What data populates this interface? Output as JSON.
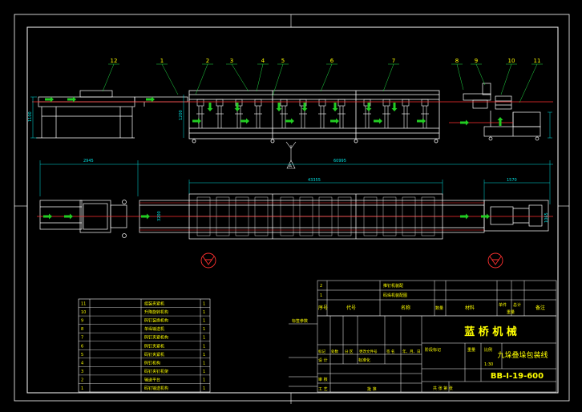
{
  "balloons": [
    "1",
    "2",
    "3",
    "4",
    "5",
    "6",
    "7",
    "8",
    "9",
    "10",
    "11",
    "12"
  ],
  "dimensions": {
    "front_height": "1100",
    "front_column": "1200",
    "plan_left": "2945",
    "plan_total": "60995",
    "plan_inner": "43355",
    "plan_right": "1570",
    "plan_height_left": "3200",
    "plan_height_right": "1065"
  },
  "section_mark": "A",
  "parts_list": {
    "rows": [
      {
        "no": "11",
        "name": "组装夹紧机",
        "qty": "1"
      },
      {
        "no": "10",
        "name": "升降旋转机构",
        "qty": "1"
      },
      {
        "no": "9",
        "name": "码钉装换机构",
        "qty": "1"
      },
      {
        "no": "8",
        "name": "单垛输送机",
        "qty": "1"
      },
      {
        "no": "7",
        "name": "码钉夹紧机构",
        "qty": "1"
      },
      {
        "no": "6",
        "name": "码钉夹紧机",
        "qty": "1"
      },
      {
        "no": "5",
        "name": "码钉夹紧机",
        "qty": "1"
      },
      {
        "no": "4",
        "name": "码钉机构",
        "qty": "1"
      },
      {
        "no": "3",
        "name": "码钉夹钉机架",
        "qty": "1"
      },
      {
        "no": "2",
        "name": "输送平台",
        "qty": "1"
      },
      {
        "no": "1",
        "name": "码钉输送机构",
        "qty": "1"
      }
    ],
    "top_rows": [
      {
        "no": "2",
        "name": "推钉机装配"
      },
      {
        "no": "1",
        "name": "码垛机装配图"
      }
    ],
    "header": {
      "no": "序号",
      "code": "代号",
      "name": "名称",
      "qty": "数量",
      "material": "材料",
      "unit_weight": "单件",
      "total_weight": "总计",
      "weight_label": "重量",
      "remark": "备注"
    }
  },
  "title_block": {
    "company": "蓝 桥 机 械",
    "product": "九垛叠垛包装线",
    "drawing_no": "BB-I-19-600",
    "scale": "1:30",
    "sheet": "共 张 第 张",
    "stage_label": "阶段标记",
    "weight_label": "重量",
    "scale_label": "比例",
    "designer": "设 计",
    "checker": "审 核",
    "process": "工 艺",
    "approve": "批 准",
    "std": "标准化",
    "date_cols": [
      "标记",
      "处数",
      "分 区",
      "更改文件号",
      "签 名",
      "年、月、日"
    ],
    "handwritten": "标签参数"
  },
  "colors": {
    "background": "#000000",
    "border": "#ffffff",
    "machine": "#ffffff",
    "centerline": "#ff3030",
    "arrows": "#22cc22",
    "balloon_text": "#ffff00",
    "leader": "#22dd44",
    "dimension": "#00e0e0",
    "table_text": "#ffff00",
    "table_grid": "#ffffff"
  }
}
